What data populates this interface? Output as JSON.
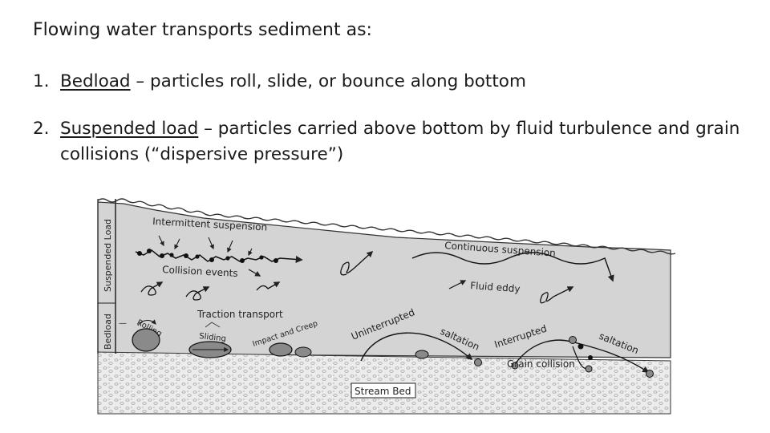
{
  "heading": "Flowing water transports sediment as:",
  "items": [
    {
      "number": "1.",
      "term": "Bedload",
      "rest": " – particles roll, slide, or bounce along bottom"
    },
    {
      "number": "2.",
      "term": "Suspended load",
      "rest": " – particles carried above bottom by fluid turbulence and grain collisions (“dispersive pressure”)"
    }
  ],
  "diagram": {
    "side_labels": {
      "suspended": "Suspended Load",
      "bedload": "Bedload"
    },
    "labels": {
      "intermittent": "Intermittent suspension",
      "collision_events": "Collision events",
      "traction": "Traction transport",
      "rolling": "Rolling",
      "sliding": "Sliding",
      "impact_creep": "Impact and Creep",
      "continuous": "Continuous suspension",
      "fluid_eddy": "Fluid eddy",
      "uninterrupted": "Uninterrupted",
      "saltation_1": "saltation",
      "interrupted": "Interrupted",
      "saltation_2": "saltation",
      "grain_collision": "Grain collision",
      "stream_bed": "Stream Bed"
    },
    "colors": {
      "water": "#d4d4d4",
      "bed": "#e9e9e9",
      "ink": "#222222",
      "grain": "#8a8a8a"
    }
  }
}
